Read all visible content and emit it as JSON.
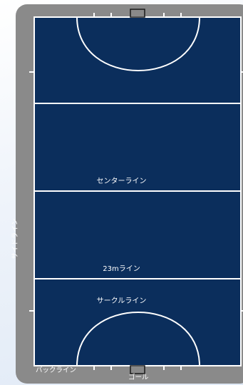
{
  "labels": {
    "center_line": "センターライン",
    "line_23m": "23mライン",
    "circle_line": "サークルライン",
    "back_line": "バックライン",
    "goal": "ゴール",
    "side_line": "サイドライン"
  },
  "colors": {
    "surround": "#8a8a8a",
    "field": "#0b2e5c",
    "line": "#ffffff",
    "goal_post": "#1a1a1a"
  }
}
